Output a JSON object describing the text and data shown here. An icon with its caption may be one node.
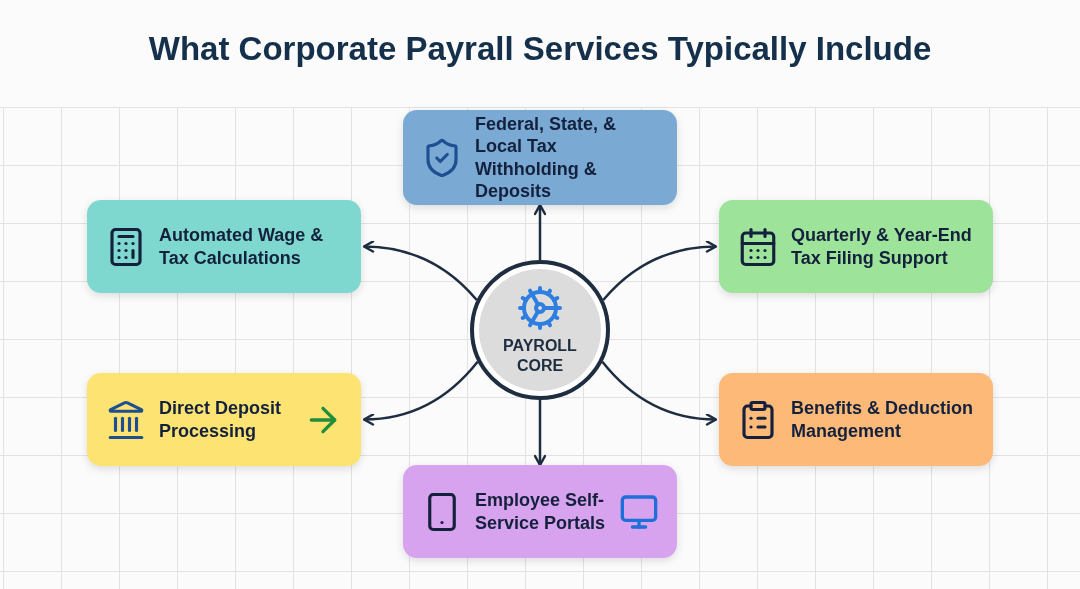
{
  "diagram": {
    "title": "What Corporate Payrall Services Typically Include",
    "nodes": [
      {
        "text": [
          "Federal, State, & Local Tax Withholding & Deposits"
        ]
      },
      {
        "text": [
          "Automated Wage & Tax Calculations"
        ]
      },
      {
        "text": [
          "Quarterly & Year-End Tax Filing Support"
        ]
      },
      {
        "text": [
          "PAYROLL CORE"
        ]
      },
      {
        "text": [
          "Direct Deposit Processing"
        ]
      },
      {
        "text": [
          "Benefits & Deduction Management"
        ]
      },
      {
        "text": [
          "Employee Self-Service Portals"
        ]
      }
    ],
    "edges": [
      {
        "from": 3,
        "to": 0,
        "arrow": "to"
      },
      {
        "from": 3,
        "to": 1,
        "arrow": "to"
      },
      {
        "from": 3,
        "to": 2,
        "arrow": "to"
      },
      {
        "from": 3,
        "to": 4,
        "arrow": "to"
      },
      {
        "from": 3,
        "to": 5,
        "arrow": "to"
      },
      {
        "from": 3,
        "to": 6,
        "arrow": "to"
      }
    ]
  }
}
